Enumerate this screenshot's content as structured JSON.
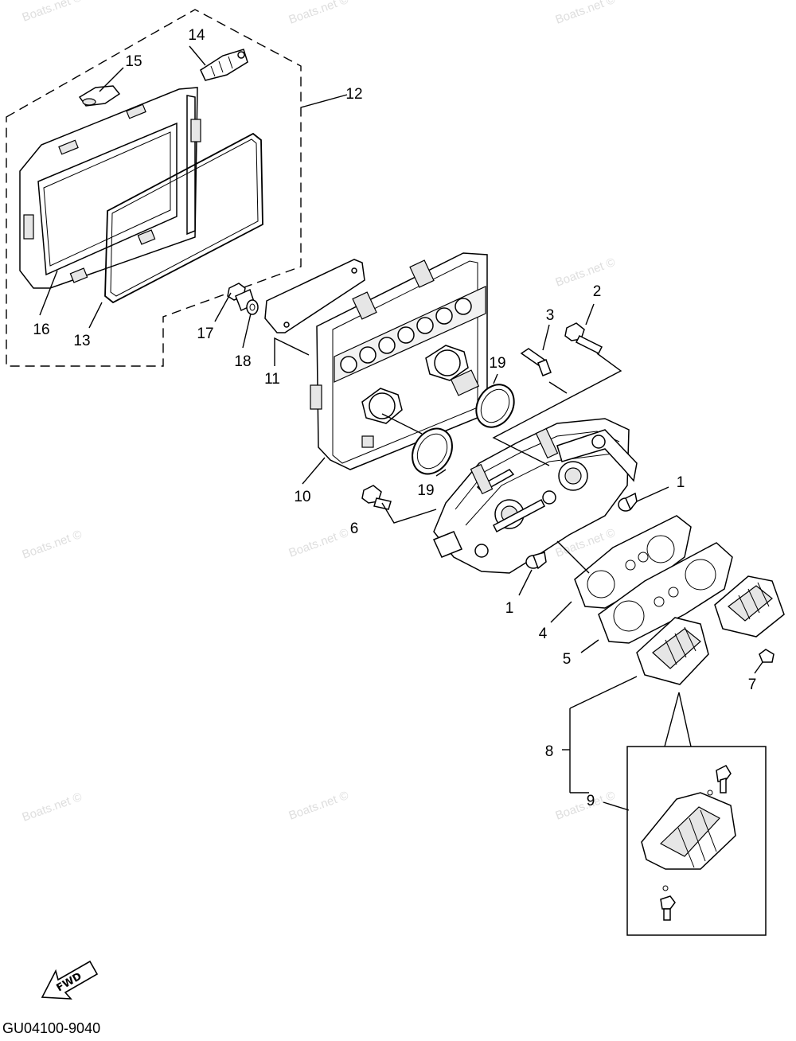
{
  "diagram": {
    "callouts": {
      "c1a": "1",
      "c1b": "1",
      "c2": "2",
      "c3": "3",
      "c4": "4",
      "c5": "5",
      "c6": "6",
      "c7": "7",
      "c8": "8",
      "c9": "9",
      "c10": "10",
      "c11": "11",
      "c12": "12",
      "c13": "13",
      "c14": "14",
      "c15": "15",
      "c16": "16",
      "c17": "17",
      "c18": "18",
      "c19a": "19",
      "c19b": "19"
    },
    "watermark": "Boats.net ©",
    "fwd_label": "FWD",
    "drawing_code": "GU04100-9040"
  }
}
